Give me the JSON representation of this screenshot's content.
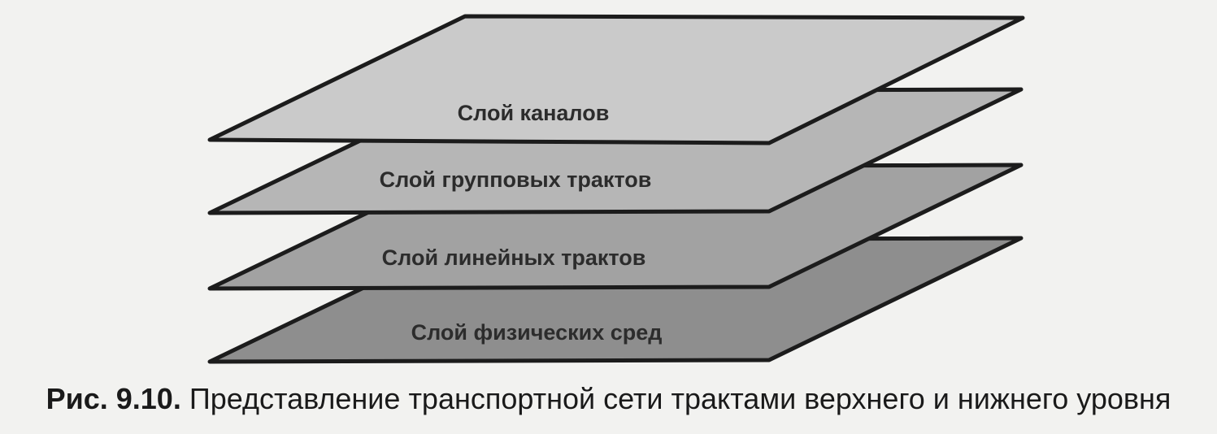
{
  "diagram": {
    "layers": [
      {
        "label": "Слой физических сред",
        "fill": "#8e8e8e"
      },
      {
        "label": "Слой линейных трактов",
        "fill": "#a2a2a2"
      },
      {
        "label": "Слой групповых трактов",
        "fill": "#b6b6b6"
      },
      {
        "label": "Слой каналов",
        "fill": "#cacaca"
      }
    ],
    "edge_color": "#1c1c1c"
  },
  "caption": {
    "number": "Рис. 9.10.",
    "text": "Представление транспортной сети трактами верхнего и нижнего уровня"
  }
}
